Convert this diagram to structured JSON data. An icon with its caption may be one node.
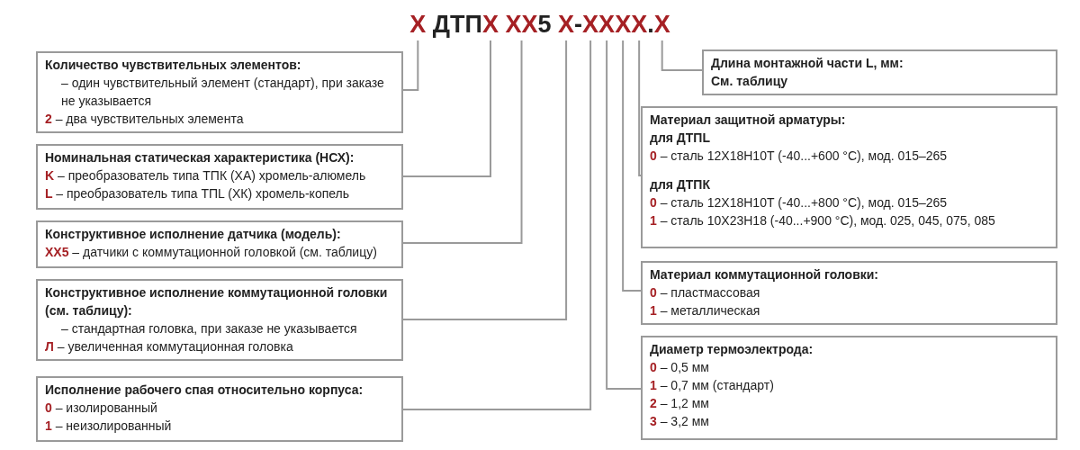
{
  "diagram": {
    "nodes": [
      {
        "text": [
          "Х"
        ]
      },
      {
        "text": [
          "Х"
        ]
      },
      {
        "text": [
          "ХХ"
        ]
      },
      {
        "text": [
          "Х"
        ]
      },
      {
        "text": [
          "Х"
        ]
      },
      {
        "text": [
          "Х"
        ]
      },
      {
        "text": [
          "Х"
        ]
      },
      {
        "text": [
          "Х"
        ]
      },
      {
        "text": [
          "Х"
        ]
      },
      {
        "text": [
          "Количество чувствительных элементов:",
          "– один чувствительный элемент (стандарт), при заказе не указывается",
          "2 – два чувствительных элемента"
        ]
      },
      {
        "text": [
          "Номинальная статическая характеристика (НСХ):",
          "K – преобразователь типа ТПК (ХА) хромель-алюмель",
          "L – преобразователь типа ТПL (ХК) хромель-копель"
        ]
      },
      {
        "text": [
          "Конструктивное исполнение датчика (модель):",
          "ХХ5 – датчики с коммутационной головкой (см. таблицу)"
        ]
      },
      {
        "text": [
          "Конструктивное исполнение коммутационной головки (см. таблицу):",
          "– стандартная головка, при заказе не указывается",
          "Л – увеличенная коммутационная головка"
        ]
      },
      {
        "text": [
          "Исполнение рабочего спая относительно корпуса:",
          "0 – изолированный",
          "1 – неизолированный"
        ]
      },
      {
        "text": [
          "Длина монтажной части L, мм:",
          "См. таблицу"
        ]
      },
      {
        "text": [
          "Материал защитной арматуры:",
          "для ДТПL",
          "0 – сталь 12Х18Н10Т (-40...+600 °С), мод. 015–265",
          "для ДТПК",
          "0 – сталь 12Х18Н10Т (-40...+800 °С), мод. 015–265",
          "1 – сталь 10Х23Н18 (-40...+900 °С), мод. 025, 045, 075, 085"
        ]
      },
      {
        "text": [
          "Материал коммутационной головки:",
          "0 – пластмассовая",
          "1 – металлическая"
        ]
      },
      {
        "text": [
          "Диаметр термоэлектрода:",
          "0 – 0,5 мм",
          "1 – 0,7 мм (стандарт)",
          "2 – 1,2 мм",
          "3 – 3,2 мм"
        ]
      }
    ],
    "edges": [
      {
        "from": 0,
        "to": 9,
        "arrow": "none"
      },
      {
        "from": 1,
        "to": 10,
        "arrow": "none"
      },
      {
        "from": 2,
        "to": 11,
        "arrow": "none"
      },
      {
        "from": 3,
        "to": 12,
        "arrow": "none"
      },
      {
        "from": 4,
        "to": 13,
        "arrow": "none"
      },
      {
        "from": 5,
        "to": 17,
        "arrow": "none"
      },
      {
        "from": 6,
        "to": 16,
        "arrow": "none"
      },
      {
        "from": 7,
        "to": 15,
        "arrow": "none"
      },
      {
        "from": 8,
        "to": 14,
        "arrow": "none"
      }
    ],
    "labels": [
      "ДТП",
      "5",
      "-",
      "."
    ]
  }
}
